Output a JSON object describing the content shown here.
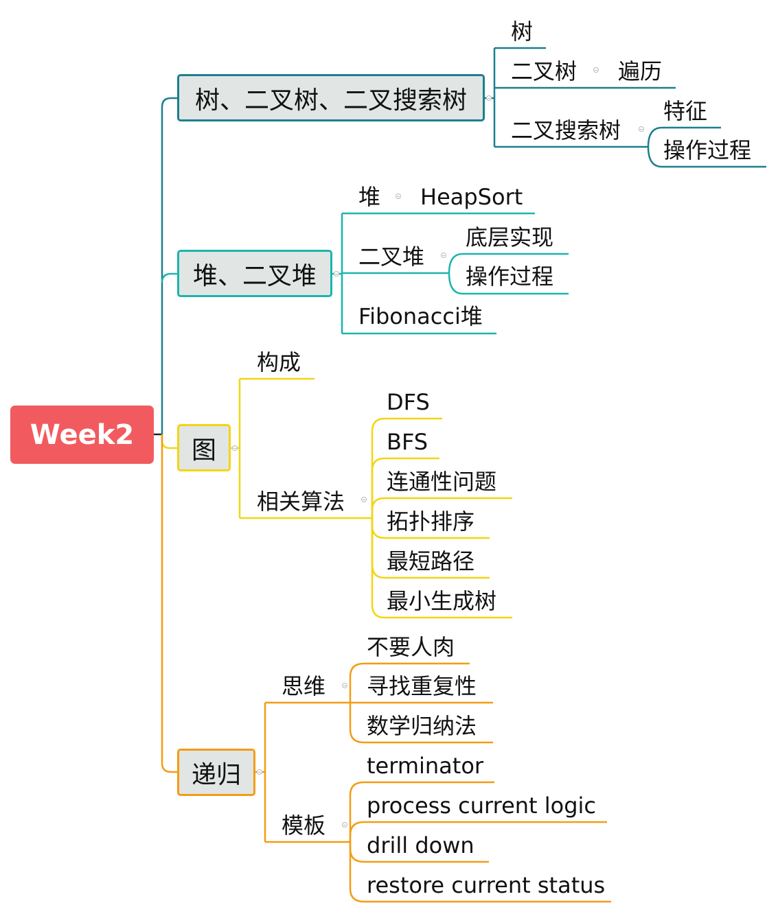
{
  "root": {
    "label": "Week2"
  },
  "colors": {
    "root": "#f15b5f",
    "tree": "#1a7f8e",
    "heap": "#1bb5ad",
    "graph": "#f2d513",
    "recursion": "#f39c12"
  },
  "branches": {
    "tree": {
      "label": "树、二叉树、二叉搜索树",
      "children": {
        "tree": "树",
        "binary_tree": "二叉树",
        "traversal": "遍历",
        "bst": "二叉搜索树",
        "bst_features": "特征",
        "bst_operations": "操作过程"
      }
    },
    "heap": {
      "label": "堆、二叉堆",
      "children": {
        "heap": "堆",
        "heapsort": "HeapSort",
        "binary_heap": "二叉堆",
        "implementation": "底层实现",
        "operations": "操作过程",
        "fibonacci": "Fibonacci堆"
      }
    },
    "graph": {
      "label": "图",
      "children": {
        "composition": "构成",
        "algorithms": "相关算法",
        "dfs": "DFS",
        "bfs": "BFS",
        "connectivity": "连通性问题",
        "toposort": "拓扑排序",
        "shortest_path": "最短路径",
        "mst": "最小生成树"
      }
    },
    "recursion": {
      "label": "递归",
      "children": {
        "thinking": "思维",
        "no_manual": "不要人肉",
        "find_repeat": "寻找重复性",
        "induction": "数学归纳法",
        "template": "模板",
        "terminator": "terminator",
        "process": "process current logic",
        "drill": "drill down",
        "restore": "restore current status"
      }
    }
  }
}
